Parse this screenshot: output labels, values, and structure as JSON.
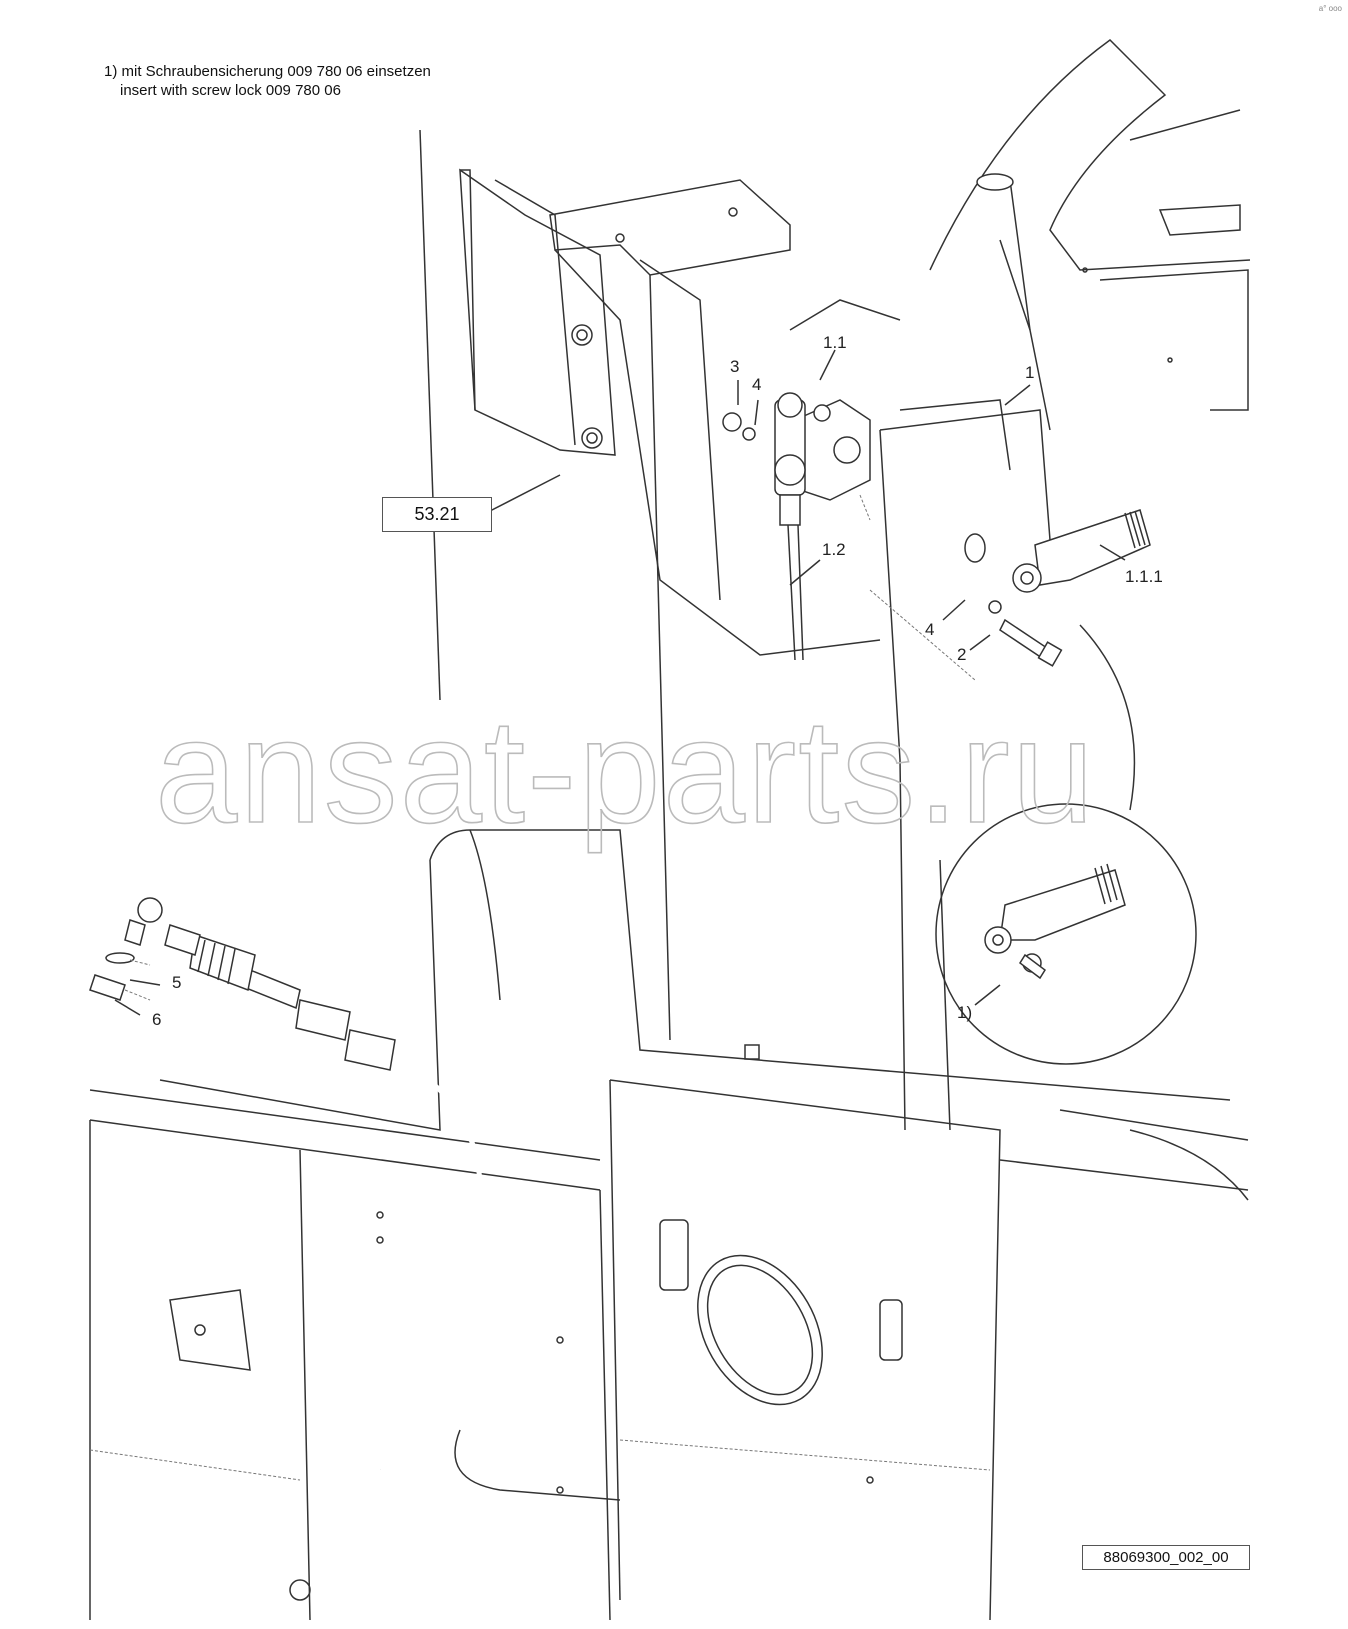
{
  "note": {
    "line1": "1) mit Schraubensicherung 009 780 06 einsetzen",
    "line2": "insert with screw lock 009 780 06"
  },
  "ref_box": "53.21",
  "callouts": {
    "c1_1": "1.1",
    "c3": "3",
    "c4a": "4",
    "c1": "1",
    "c1_1_1": "1.1.1",
    "c1_2": "1.2",
    "c4b": "4",
    "c2": "2",
    "c5": "5",
    "c6": "6",
    "c_note": "1)"
  },
  "watermark": "ansat-parts.ru",
  "drawing_code": "88069300_002_00",
  "corner_mark": "a° ooo"
}
